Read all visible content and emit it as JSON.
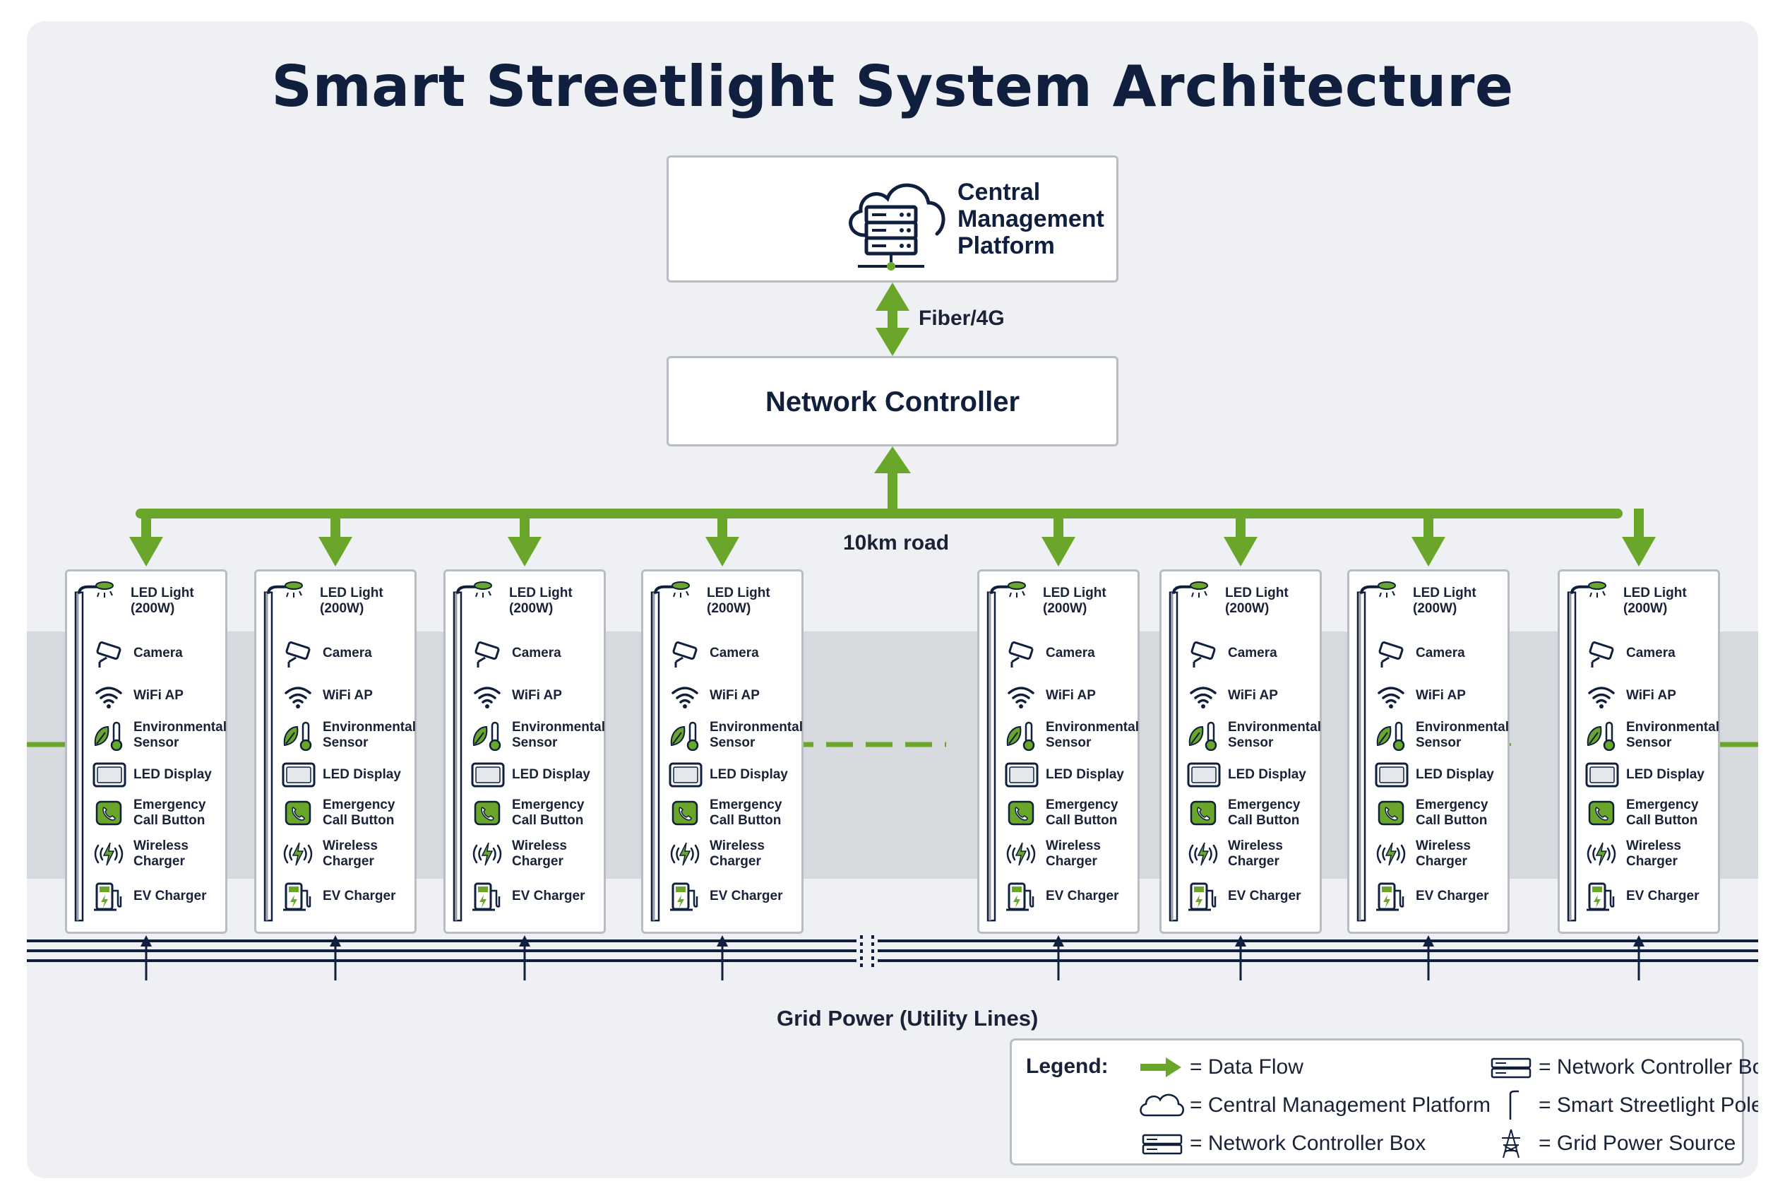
{
  "title": "Smart Streetlight System Architecture",
  "central_platform": {
    "label": "Central\nManagement\nPlatform"
  },
  "uplink": {
    "label": "Fiber/4G"
  },
  "network_controller": {
    "label": "Network Controller"
  },
  "road": {
    "label": "10km road"
  },
  "grid": {
    "label": "Grid Power (Utility Lines)"
  },
  "colors": {
    "accent_green": "#6aa629",
    "navy": "#0f1f3d",
    "road_band": "#d6d9de",
    "background": "#eef0f3"
  },
  "pole_components": [
    {
      "icon": "led-light-icon",
      "label": "LED Light\n(200W)"
    },
    {
      "icon": "camera-icon",
      "label": "Camera"
    },
    {
      "icon": "wifi-icon",
      "label": "WiFi AP"
    },
    {
      "icon": "environmental-sensor-icon",
      "label": "Environmental\nSensor"
    },
    {
      "icon": "led-display-icon",
      "label": "LED Display"
    },
    {
      "icon": "emergency-call-icon",
      "label": "Emergency\nCall Button"
    },
    {
      "icon": "wireless-charger-icon",
      "label": "Wireless\nCharger"
    },
    {
      "icon": "ev-charger-icon",
      "label": "EV Charger"
    }
  ],
  "poles_count_shown": 8,
  "legend": {
    "title": "Legend:",
    "items": [
      {
        "icon": "data-flow-arrow-icon",
        "text": "= Data Flow"
      },
      {
        "icon": "cloud-icon",
        "text": "= Central Management Platform"
      },
      {
        "icon": "network-box-icon",
        "text": "= Network Controller Box"
      },
      {
        "icon": "network-box-icon",
        "text": "= Network Controller Box"
      },
      {
        "icon": "streetlight-pole-icon",
        "text": "= Smart Streetlight Pole"
      },
      {
        "icon": "power-tower-icon",
        "text": "= Grid Power Source"
      }
    ]
  }
}
